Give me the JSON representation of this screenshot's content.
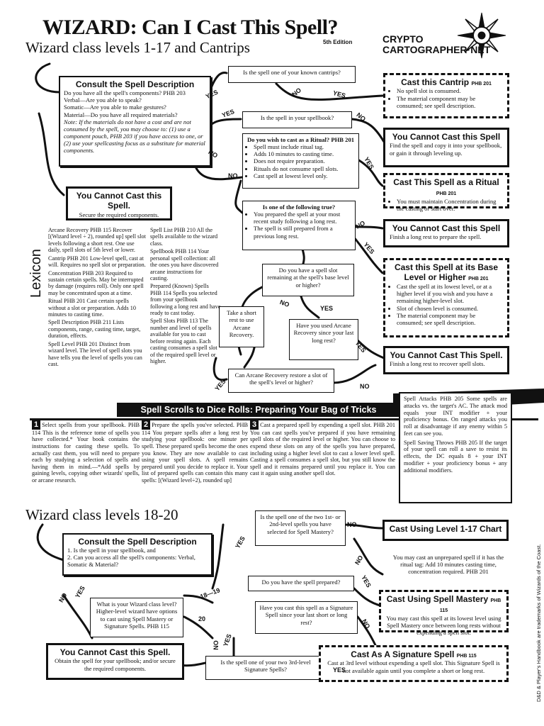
{
  "title": {
    "main": "WIZARD: Can I Cast This Spell?",
    "edition": "5th Edition",
    "logo": "CRYPTO CARTOGRAPHER·NET"
  },
  "section1": {
    "heading": "Wizard class levels 1-17 and Cantrips",
    "consult": {
      "title": "Consult the Spell Description",
      "lines": [
        "Do you have all the spell's components? PHB 203",
        "Verbal—Are you able to speak?",
        "Somatic—Are you able to make gestures?",
        "Material—Do you have all required materials?",
        "Note: If the materials do not have a cost and are not consumed by the spell, you may choose to: (1) use a component pouch, PHB 203 if you have access to one, or (2) use your spellcasting focus as a substitute for material components."
      ]
    },
    "cannot_components": {
      "title": "You Cannot Cast this Spell.",
      "desc": "Secure the required components."
    },
    "q_cantrip": "Is the spell one of your known cantrips?",
    "q_spellbook": "Is the spell in your spellbook?",
    "q_ritual": {
      "title": "Do you wish to cast as a Ritual? PHB 201",
      "items": [
        "Spell must include ritual tag.",
        "Adds 10 minutes to casting time.",
        "Does not require preparation.",
        "Rituals do not consume spell slots.",
        "Cast spell at lowest level only."
      ]
    },
    "q_true": {
      "title": "Is one of the following true?",
      "items": [
        "You prepared the spell at your most recent study following a long rest.",
        "The spell is still prepared from a previous long rest."
      ]
    },
    "q_slot": "Do you have a spell slot remaining at the spell's base level or higher?",
    "q_arcane_used": "Have you used Arcane Recovery since your last long rest?",
    "q_arcane_restore": "Can Arcane Recovery restore a slot of the spell's level or higher?",
    "short_rest": "Take a short rest to use Arcane Recovery.",
    "out_cantrip": {
      "title": "Cast this Cantrip",
      "ref": "PHB 201",
      "items": [
        "No spell slot is consumed.",
        "The material component may be consumed; see spell description."
      ]
    },
    "out_cannot_book": {
      "title": "You Cannot Cast this Spell",
      "desc": "Find the spell and copy it into your spellbook, or gain it through leveling up."
    },
    "out_ritual": {
      "title": "Cast This Spell as a Ritual",
      "ref": "PHB 201",
      "items": [
        "You must maintain Concentration during the casting or start over."
      ]
    },
    "out_cannot_prepare": {
      "title": "You Cannot Cast this Spell",
      "desc": "Finish a long rest to prepare the spell."
    },
    "out_base": {
      "title": "Cast this Spell at its Base Level or Higher",
      "ref": "PHB 201",
      "items": [
        "Cast the spell at its lowest level, or at a higher level if you wish and you have a remaining higher-level slot.",
        "Slot of chosen level is consumed.",
        "The material component may be consumed; see spell description."
      ]
    },
    "out_cannot_slots": {
      "title": "You Cannot Cast This Spell.",
      "desc": "Finish a long rest to recover spell slots."
    },
    "labels": {
      "yes": "YES",
      "no": "NO"
    }
  },
  "lexicon": {
    "label": "Lexicon",
    "left": [
      "Arcane Recovery PHB 115 Recover [(Wizard level ÷ 2), rounded up] spell slot levels following a short rest. One use daily, spell slots of 5th level or lower.",
      "Cantrip PHB 201 Low-level spell, cast at will. Requires no spell slot or preparation.",
      "Concentration PHB 203 Required to sustain certain spells. May be interrupted by damage (requires roll). Only one spell may be concentrated upon at a time.",
      "Ritual PHB 201 Cast certain spells without a slot or preparation. Adds 10 minutes to casting time.",
      "Spell Description PHB 211 Lists components, range, casting time, target, duration, effects.",
      "Spell Level PHB 201 Distinct from wizard level. The level of spell slots you have tells you the level of spells you can cast."
    ],
    "right": [
      "Spell List PHB 210 All the spells available to the wizard class.",
      "Spellbook PHB 114 Your personal spell collection: all the ones you have discovered arcane instructions for casting.",
      "Prepared (Known) Spells PHB 114 Spells you selected from your spellbook following a long rest and have ready to cast today.",
      "Spell Slots PHB 113 The number and level of spells available for you to cast before resting again. Each casting consumes a spell slot of the required spell level or higher."
    ]
  },
  "scrolls": {
    "banner": "Spell Scrolls to Dice Rolls: Preparing Your Bag of Tricks",
    "steps": [
      {
        "n": "1",
        "text": "Select spells from your spellbook. PHB 114 This is the reference tome of spells you have collected.* Your book contains the instructions for casting these spells. To actually cast them, you will need to prepare each by studying a selection of spells and having them in mind.—*Add spells by gaining levels, copying other wizards' spells, or arcane research."
      },
      {
        "n": "2",
        "text": "Prepare the spells you've selected. PHB 114 You prepare spells after a long rest by studying your spellbook: one minute per spell. These prepared spells become the ones you know. They are now available to cast using your spell slots. A spell remains prepared until you decide to replace it. Your list of prepared spells can contain this many spells: [(Wizard level÷2), rounded up]"
      },
      {
        "n": "3",
        "text": "Cast a prepared spell by expending a spell slot. PHB 201 You can cast spells you've prepared if you have remaining spell slots of the required level or higher. You can choose to expend these slots on any of the spells you have prepared, including using a higher level slot to cast a lower level spell. Casting a spell consumes a spell slot, but you still know the spell and it remains prepared until you replace it. You can cast it again using another spell slot."
      }
    ],
    "attacks": "Spell Attacks PHB 205 Some spells are attacks vs. the target's AC. The attack mod equals your INT modifier + your proficiency bonus. On ranged attacks you roll at disadvantage if any enemy within 5 feet can see you.",
    "saves": "Spell Saving Throws PHB 205 If the target of your spell can roll a save to resist its effects, the DC equals 8 + your INT modifier + your proficiency bonus + any additional modifiers."
  },
  "section2": {
    "heading": "Wizard class levels 18-20",
    "consult": {
      "title": "Consult the Spell Description",
      "items": [
        "1. Is the spell in your spellbook, and",
        "2. Can you access all the spell's components: Verbal, Somatic & Material?"
      ]
    },
    "q_level": "What is your Wizard class level? Higher-level wizard have options to cast using Spell Mastery or Signature Spells. PHB 115",
    "cannot": {
      "title": "You Cannot Cast this Spell.",
      "desc": "Obtain the spell for your spellbook; and/or secure the required components."
    },
    "q_mastery": "Is the spell one of the two 1st- or 2nd-level spells you have selected for Spell Mastery?",
    "q_prepared": "Do you have the spell prepared?",
    "q_signature_used": "Have you cast this spell as a Signature Spell since your last short or long rest?",
    "q_signature": "Is the spell one of your two 3rd-level Signature Spells?",
    "out_chart": {
      "title": "Cast Using Level 1-17 Chart"
    },
    "out_unprepared": {
      "desc": "You may cast an unprepared spell if it has the ritual tag: Add 10 minutes casting time, concentration required. PHB 201"
    },
    "out_mastery": {
      "title": "Cast Using Spell Mastery",
      "ref": "PHB 115",
      "desc": "You may cast this spell at its lowest level using Spell Mastery once between long rests without expending a spell slot."
    },
    "out_signature": {
      "title": "Cast As A Signature Spell",
      "ref": "PHB 115",
      "desc": "Cast at 3rd level without expending a spell slot. This Signature Spell is not available again until you complete a short or long rest."
    },
    "levels": {
      "a": "18—19",
      "b": "20"
    }
  },
  "footer": "D&D & Player's Handbook are trademarks of Wizards of the Coast."
}
